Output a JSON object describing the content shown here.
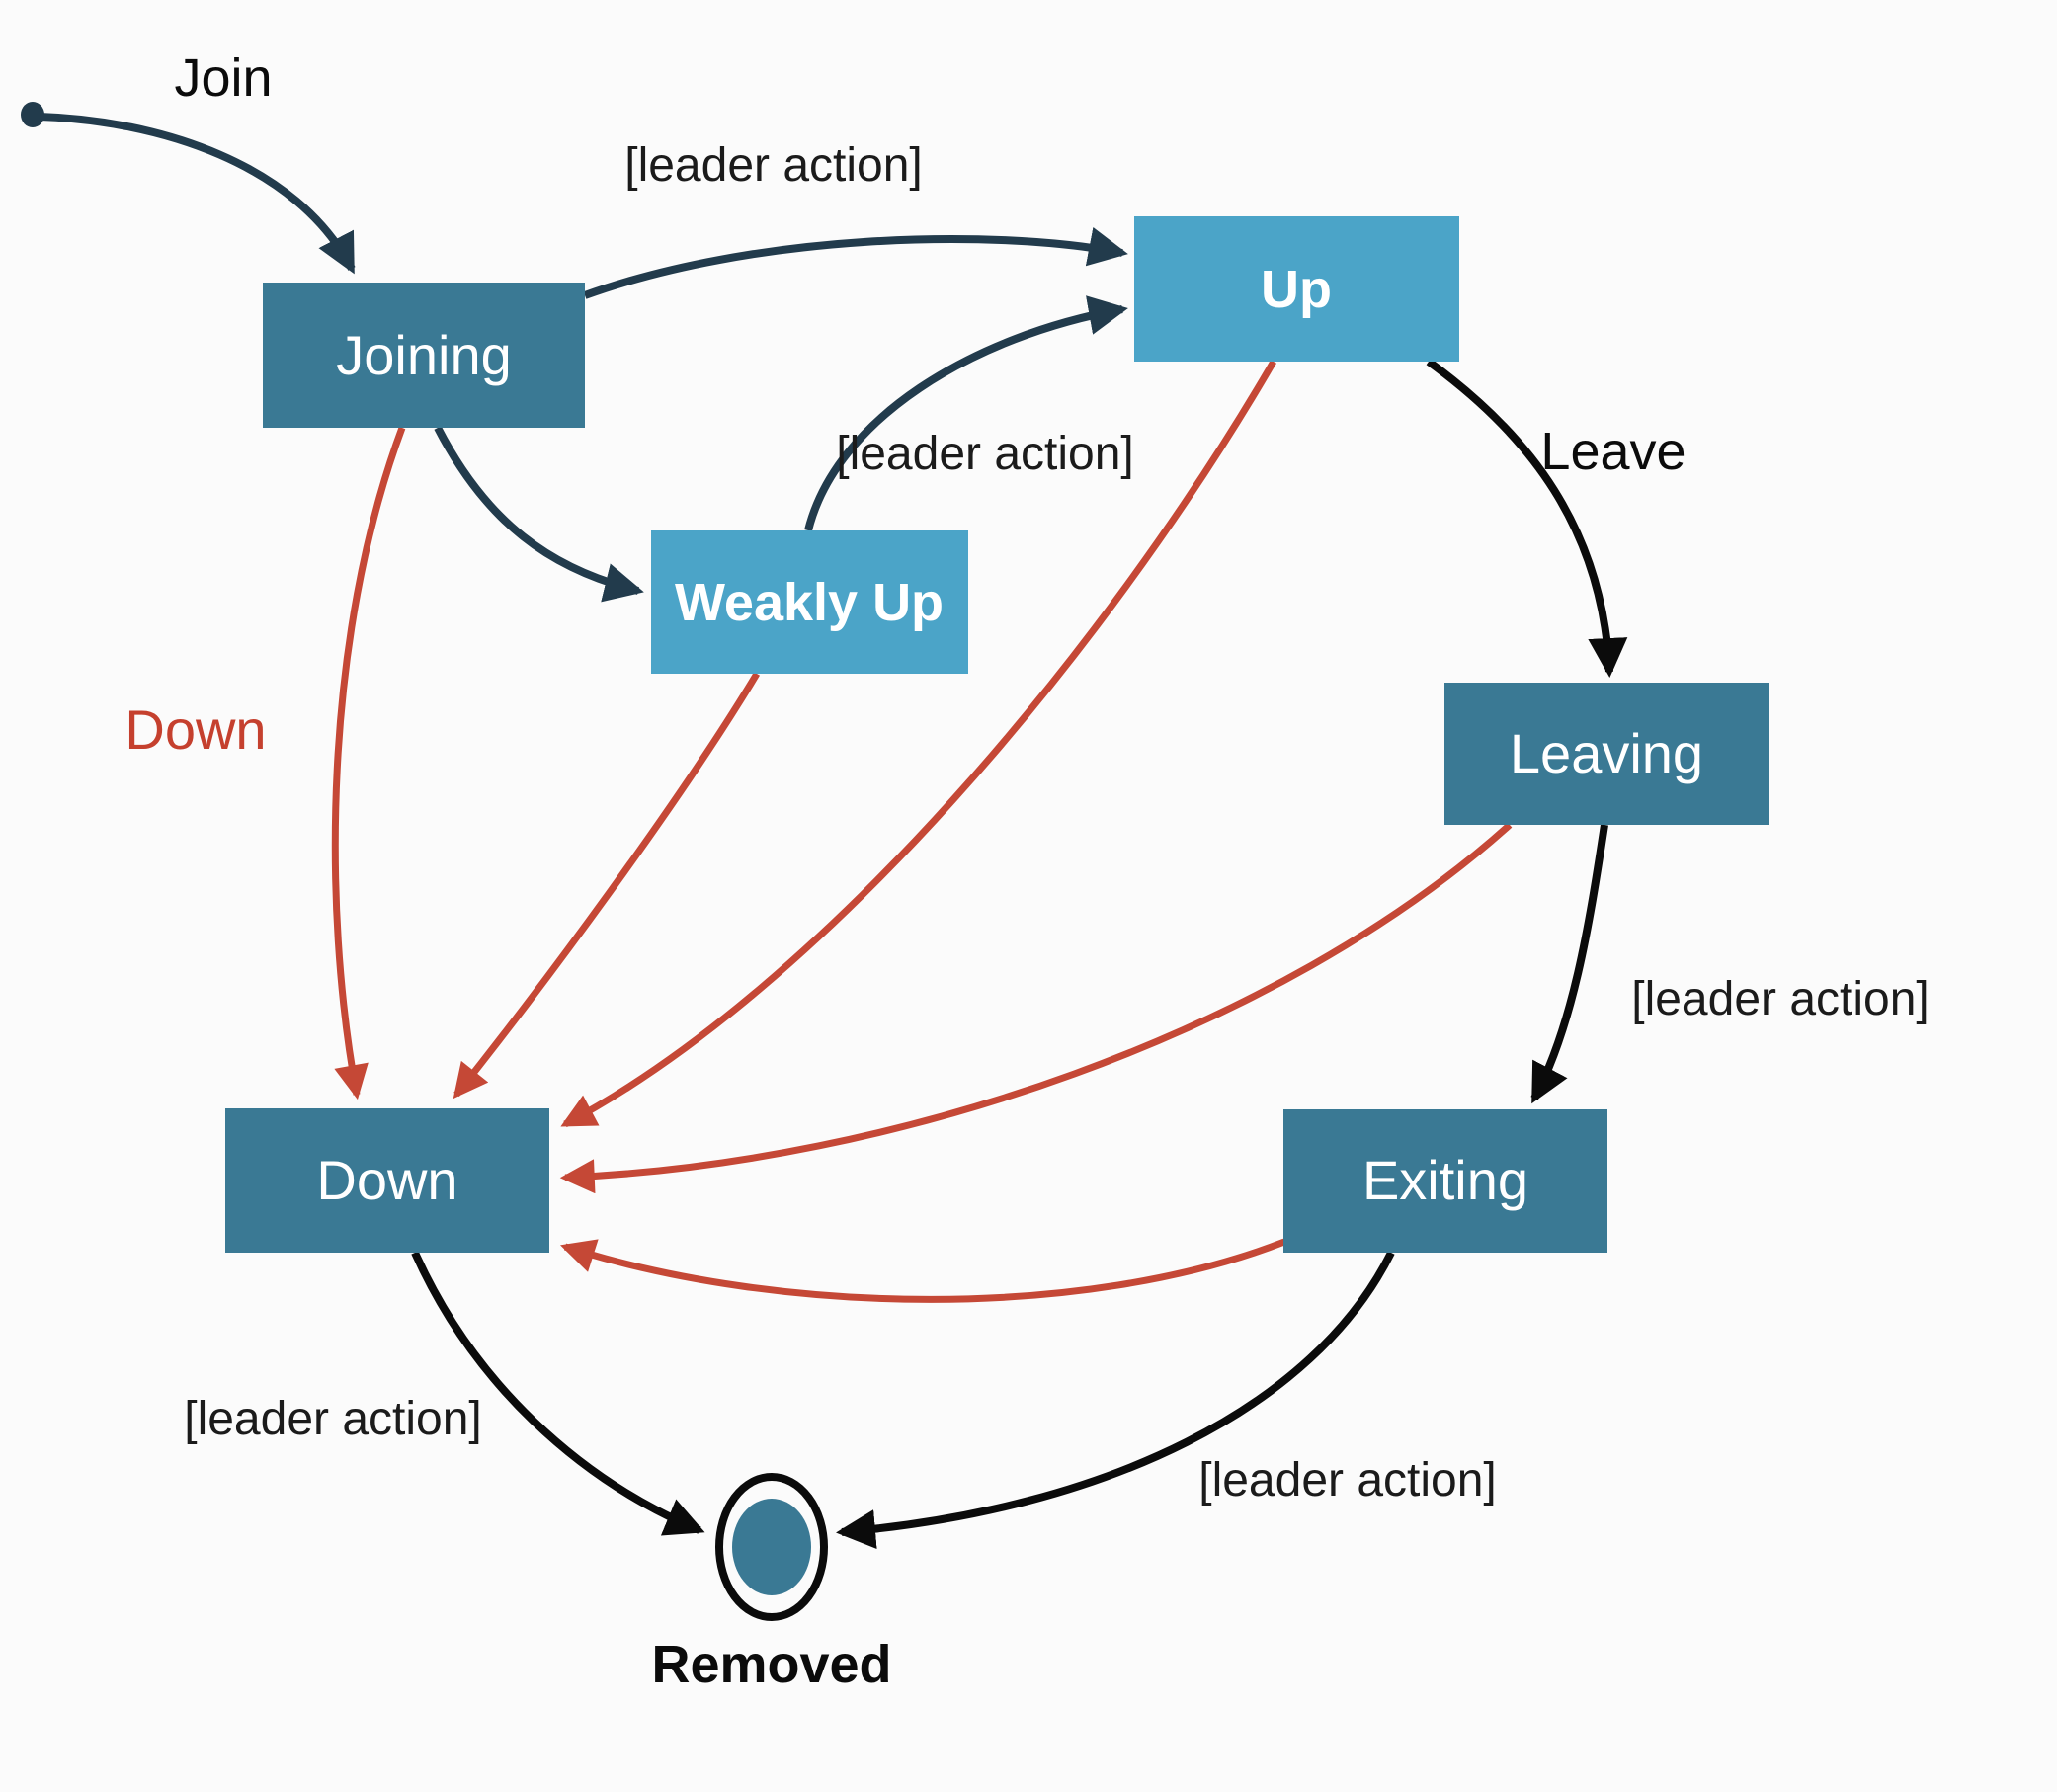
{
  "diagram": {
    "type": "state-machine",
    "background": "#FBFBFB",
    "colors": {
      "state_dark": "#3A7994",
      "state_light": "#4BA4C8",
      "edge_dark": "#223B4C",
      "edge_black": "#0B0B0B",
      "edge_red": "#C54836",
      "red_label": "#C5402E"
    },
    "nodes": [
      {
        "id": "joining",
        "label": "Joining",
        "variant": "dark",
        "shape": "rect"
      },
      {
        "id": "up",
        "label": "Up",
        "variant": "light",
        "shape": "rect"
      },
      {
        "id": "weakly-up",
        "label": "Weakly Up",
        "variant": "light",
        "shape": "rect"
      },
      {
        "id": "leaving",
        "label": "Leaving",
        "variant": "dark",
        "shape": "rect"
      },
      {
        "id": "exiting",
        "label": "Exiting",
        "variant": "dark",
        "shape": "rect"
      },
      {
        "id": "down",
        "label": "Down",
        "variant": "dark",
        "shape": "rect"
      },
      {
        "id": "removed",
        "label": "Removed",
        "variant": "final",
        "shape": "double-circle"
      },
      {
        "id": "start",
        "label": "",
        "variant": "initial",
        "shape": "dot"
      }
    ],
    "edge_labels": [
      {
        "id": "join-label",
        "text": "Join"
      },
      {
        "id": "leader-action-top",
        "text": "[leader action]"
      },
      {
        "id": "leader-action-mid",
        "text": "[leader action]"
      },
      {
        "id": "leave-label",
        "text": "Leave"
      },
      {
        "id": "down-label",
        "text": "Down"
      },
      {
        "id": "leader-action-right",
        "text": "[leader action]"
      },
      {
        "id": "leader-action-bottom-left",
        "text": "[leader action]"
      },
      {
        "id": "leader-action-bottom-right",
        "text": "[leader action]"
      }
    ],
    "edges": [
      {
        "from": "start",
        "to": "joining",
        "label": "Join",
        "color": "dark"
      },
      {
        "from": "joining",
        "to": "up",
        "label": "[leader action]",
        "color": "dark"
      },
      {
        "from": "joining",
        "to": "weakly-up",
        "label": "",
        "color": "dark"
      },
      {
        "from": "weakly-up",
        "to": "up",
        "label": "[leader action]",
        "color": "dark"
      },
      {
        "from": "up",
        "to": "leaving",
        "label": "Leave",
        "color": "black"
      },
      {
        "from": "leaving",
        "to": "exiting",
        "label": "[leader action]",
        "color": "black"
      },
      {
        "from": "down",
        "to": "removed",
        "label": "[leader action]",
        "color": "black"
      },
      {
        "from": "exiting",
        "to": "removed",
        "label": "[leader action]",
        "color": "black"
      },
      {
        "from": "joining",
        "to": "down",
        "label": "Down",
        "color": "red"
      },
      {
        "from": "weakly-up",
        "to": "down",
        "label": "",
        "color": "red"
      },
      {
        "from": "up",
        "to": "down",
        "label": "",
        "color": "red"
      },
      {
        "from": "leaving",
        "to": "down",
        "label": "",
        "color": "red"
      },
      {
        "from": "exiting",
        "to": "down",
        "label": "",
        "color": "red"
      }
    ]
  }
}
